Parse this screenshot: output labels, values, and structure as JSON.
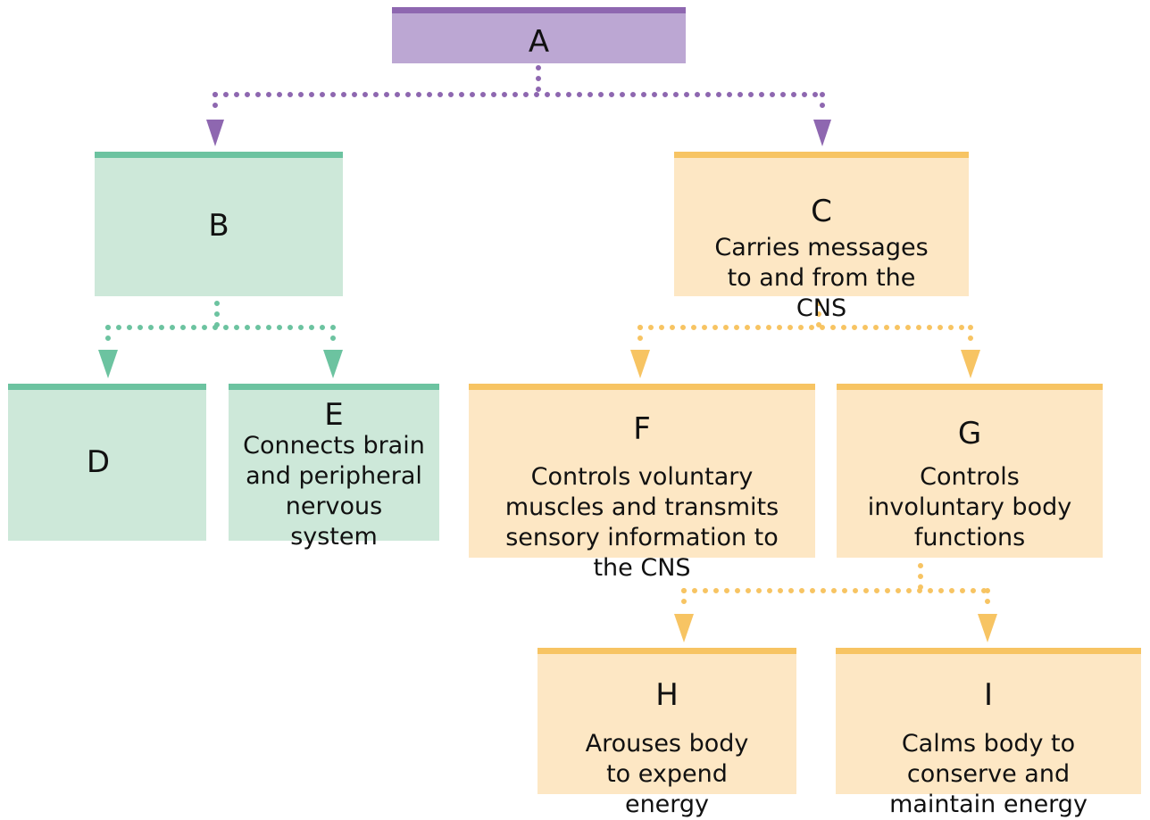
{
  "nodes": {
    "A": {
      "letter": "A",
      "desc": ""
    },
    "B": {
      "letter": "B",
      "desc": ""
    },
    "C": {
      "letter": "C",
      "desc": "Carries messages to and from the CNS"
    },
    "D": {
      "letter": "D",
      "desc": ""
    },
    "E": {
      "letter": "E",
      "desc": "Connects brain and peripheral nervous system"
    },
    "F": {
      "letter": "F",
      "desc": "Controls voluntary muscles and transmits sensory information to the CNS"
    },
    "G": {
      "letter": "G",
      "desc": "Controls involuntary body functions"
    },
    "H": {
      "letter": "H",
      "desc": "Arouses body to expend energy"
    },
    "I": {
      "letter": "I",
      "desc": "Calms body to conserve and maintain energy"
    }
  },
  "colors": {
    "purple_fill": "#bca7d3",
    "purple_accent": "#8e67b0",
    "green_fill": "#cde8d9",
    "green_accent": "#6cc3a0",
    "orange_fill": "#fde7c4",
    "orange_accent": "#f7c463"
  }
}
